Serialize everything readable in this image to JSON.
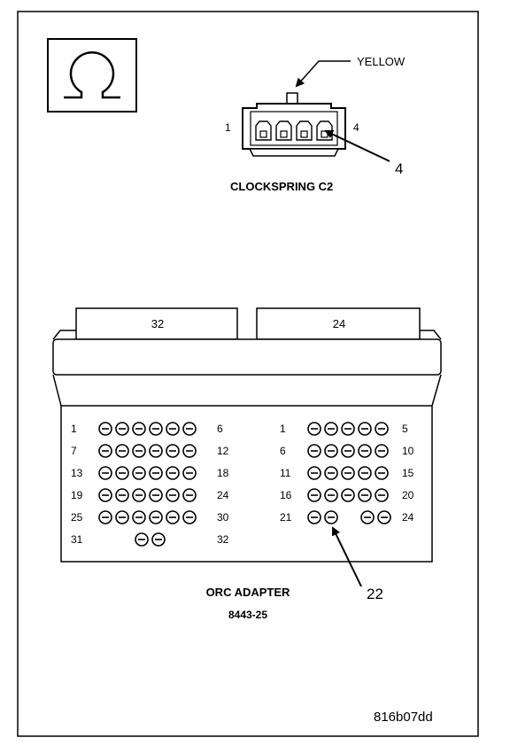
{
  "clockspring": {
    "wire_color": "YELLOW",
    "pin_first": "1",
    "pin_last": "4",
    "callout": "4",
    "title": "CLOCKSPRING C2"
  },
  "adapter": {
    "left_tab": "32",
    "right_tab": "24",
    "title": "ORC ADAPTER",
    "part_number": "8443-25",
    "callout": "22",
    "left_rows": [
      {
        "start": "1",
        "end": "6",
        "pins": 6
      },
      {
        "start": "7",
        "end": "12",
        "pins": 6
      },
      {
        "start": "13",
        "end": "18",
        "pins": 6
      },
      {
        "start": "19",
        "end": "24",
        "pins": 6
      },
      {
        "start": "25",
        "end": "30",
        "pins": 6
      },
      {
        "start": "31",
        "end": "32",
        "pins": 2
      }
    ],
    "right_rows": [
      {
        "start": "1",
        "end": "5",
        "pins": 5
      },
      {
        "start": "6",
        "end": "10",
        "pins": 5
      },
      {
        "start": "11",
        "end": "15",
        "pins": 5
      },
      {
        "start": "16",
        "end": "20",
        "pins": 5
      },
      {
        "start": "21",
        "end": "24",
        "pins": 4
      }
    ]
  },
  "figure_id": "816b07dd",
  "icons": [
    "ohm-icon",
    "pin-terminal-icon"
  ]
}
